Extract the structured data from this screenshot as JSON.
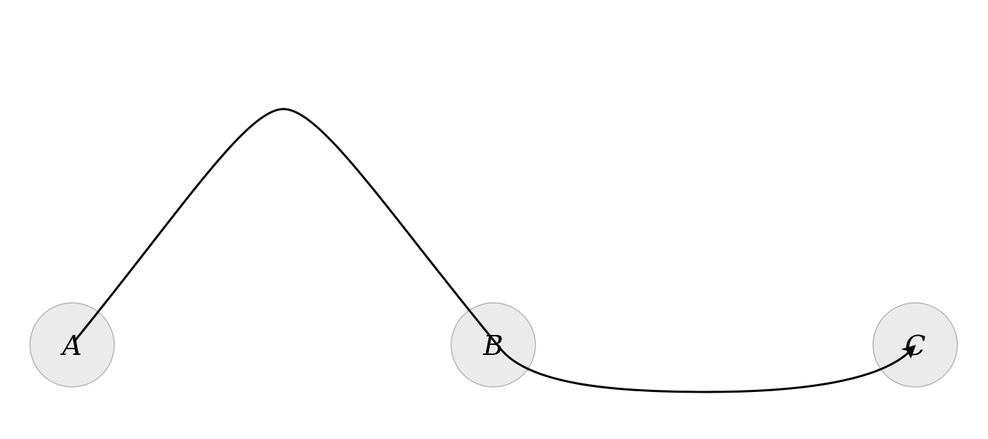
{
  "nodes": [
    {
      "id": "A",
      "label": "A"
    },
    {
      "id": "B",
      "label": "B"
    },
    {
      "id": "C",
      "label": "C"
    }
  ],
  "edges": [
    {
      "from": "A",
      "to": "B",
      "directed": false
    },
    {
      "from": "B",
      "to": "C",
      "directed": true
    }
  ],
  "colors": {
    "node_fill": "#ebebeb",
    "node_stroke": "#b5b5b5",
    "edge": "#000000"
  }
}
